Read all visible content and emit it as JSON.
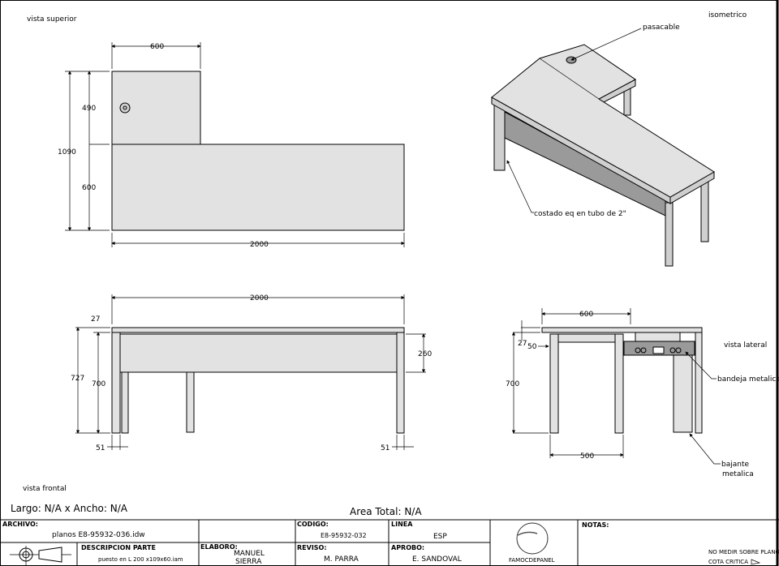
{
  "views": {
    "top": {
      "label": "vista superior",
      "dims": {
        "width_return": "600",
        "depth_return": "490",
        "total_depth": "1090",
        "depth_main": "600",
        "length": "2000"
      }
    },
    "iso": {
      "label": "isometrico",
      "callouts": {
        "grommet": "pasacable",
        "leg": "costado eq en tubo de 2\""
      }
    },
    "front": {
      "label": "vista frontal",
      "dims": {
        "length": "2000",
        "top_thickness": "27",
        "total_height": "727",
        "leg_height": "700",
        "panel_height": "260",
        "leg_left": "51",
        "leg_right": "51"
      }
    },
    "side": {
      "label": "vista lateral",
      "dims": {
        "width": "600",
        "top_thickness": "27",
        "offset": "50",
        "height": "700",
        "leg_span": "500"
      },
      "callouts": {
        "tray": "bandeja metalica",
        "cable_down_1": "bajante",
        "cable_down_2": "metalica"
      }
    }
  },
  "summary": {
    "size": "Largo: N/A x Ancho: N/A",
    "area": "Area Total: N/A"
  },
  "title_block": {
    "archivo_label": "ARCHIVO:",
    "archivo_value": "planos E8-95932-036.idw",
    "codigo_label": "CODIGO:",
    "codigo_value": "E8-95932-032",
    "linea_label": "LINEA",
    "linea_value": "ESP",
    "descripcion_label": "DESCRIPCION PARTE",
    "descripcion_value": "puesto en L 200 x109x60.iam",
    "elaboro_label": "ELABORO:",
    "elaboro_value_1": "MANUEL",
    "elaboro_value_2": "SIERRA",
    "reviso_label": "REVISO:",
    "reviso_value": "M. PARRA",
    "aprobo_label": "APROBO:",
    "aprobo_value": "E. SANDOVAL",
    "logo_text": "FAMOCDEPANEL",
    "notas_label": "NOTAS:",
    "note_1": "NO MEDIR SOBRE PLANO",
    "note_2": "COTA CRITICA"
  }
}
